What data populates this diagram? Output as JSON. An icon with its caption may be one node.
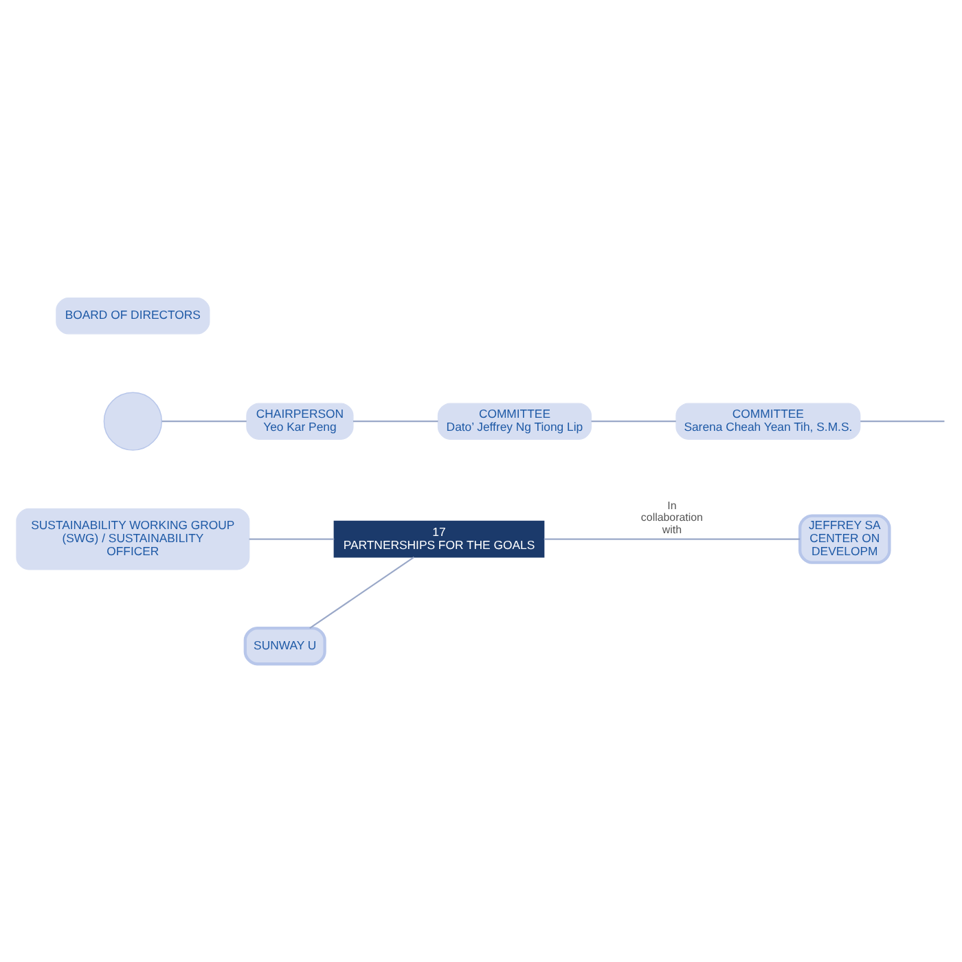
{
  "diagram": {
    "nodes": [
      {
        "text": [
          "BOARD OF DIRECTORS"
        ]
      },
      {
        "text": [],
        "shape": "circle"
      },
      {
        "text": [
          "CHAIRPERSON",
          "Yeo Kar Peng"
        ]
      },
      {
        "text": [
          "COMMITTEE",
          "Dato’ Jeffrey Ng Tiong Lip"
        ]
      },
      {
        "text": [
          "COMMITTEE",
          "Sarena Cheah Yean Tih, S.M.S."
        ]
      },
      {
        "text": [
          "SUSTAINABILITY WORKING GROUP (SWG) / SUSTAINABILITY OFFICER"
        ]
      },
      {
        "text": [
          "17",
          "PARTNERSHIPS FOR THE GOALS"
        ]
      },
      {
        "text": [
          "JEFFREY SA CENTER ON DEVELOPM"
        ]
      },
      {
        "text": [
          "SUNWAY U"
        ]
      }
    ],
    "edges": [
      {
        "from": 1,
        "to": 2,
        "arrow": "none"
      },
      {
        "from": 2,
        "to": 3,
        "arrow": "none"
      },
      {
        "from": 3,
        "to": 4,
        "arrow": "none"
      },
      {
        "from": 4,
        "to": null,
        "arrow": "none"
      },
      {
        "from": 5,
        "to": 6,
        "arrow": "none"
      },
      {
        "from": 6,
        "to": 7,
        "arrow": "none",
        "label": "In collaboration with"
      },
      {
        "from": 6,
        "to": 8,
        "arrow": "none"
      }
    ]
  }
}
